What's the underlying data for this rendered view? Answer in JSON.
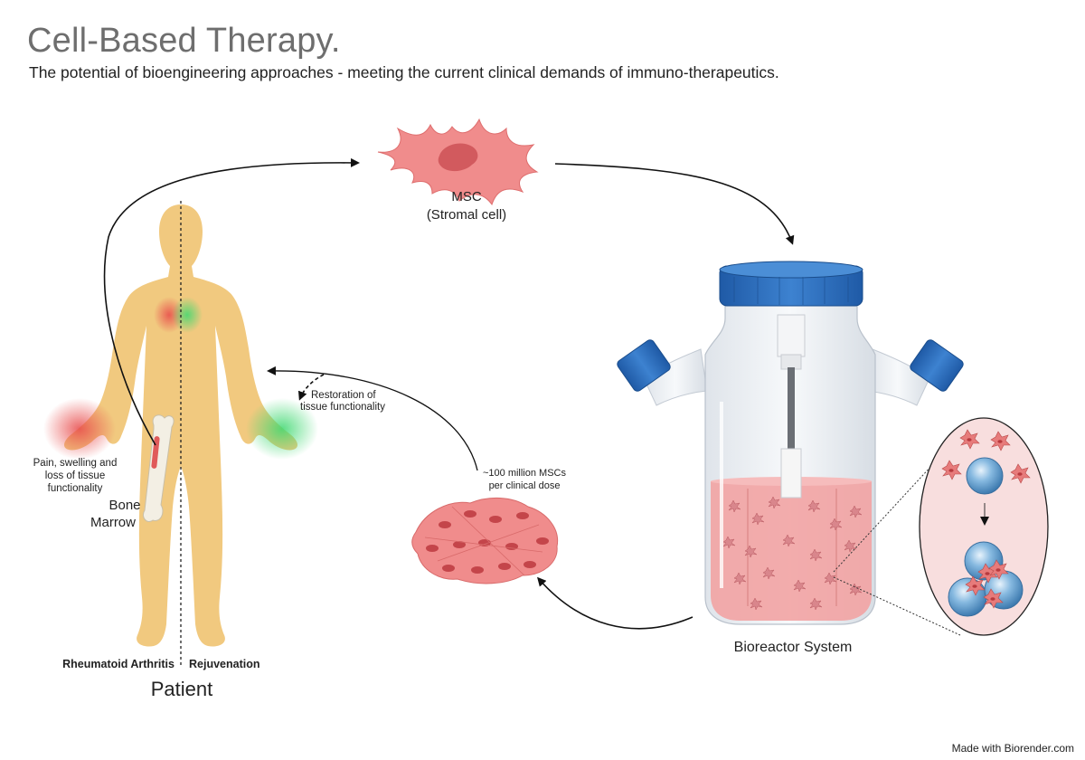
{
  "title": "Cell-Based Therapy.",
  "subtitle": "The potential of bioengineering approaches - meeting the current clinical demands of immuno-therapeutics.",
  "msc": {
    "line1": "MSC",
    "line2": "(Stromal cell)"
  },
  "patient": {
    "label": "Patient",
    "left_side": "Rheumatoid Arthritis",
    "right_side": "Rejuvenation",
    "bone_marrow_line1": "Bone",
    "bone_marrow_line2": "Marrow",
    "pain_line1": "Pain, swelling and",
    "pain_line2": "loss of tissue",
    "pain_line3": "functionality",
    "restoration_line1": "Restoration of",
    "restoration_line2": "tissue functionality"
  },
  "dose": {
    "line1": "~100 million MSCs",
    "line2": "per clinical dose"
  },
  "bioreactor": {
    "label": "Bioreactor System"
  },
  "footer": "Made with Biorender.com",
  "colors": {
    "skin": "#f1c97f",
    "msc_cell": "#f08c8c",
    "msc_nucleus": "#d25a5e",
    "cap_blue": "#2f6fbf",
    "medium": "#f2a3a3",
    "bead": "#7fb4de",
    "inflammation": "#e84a4a",
    "healing": "#3fd870"
  }
}
